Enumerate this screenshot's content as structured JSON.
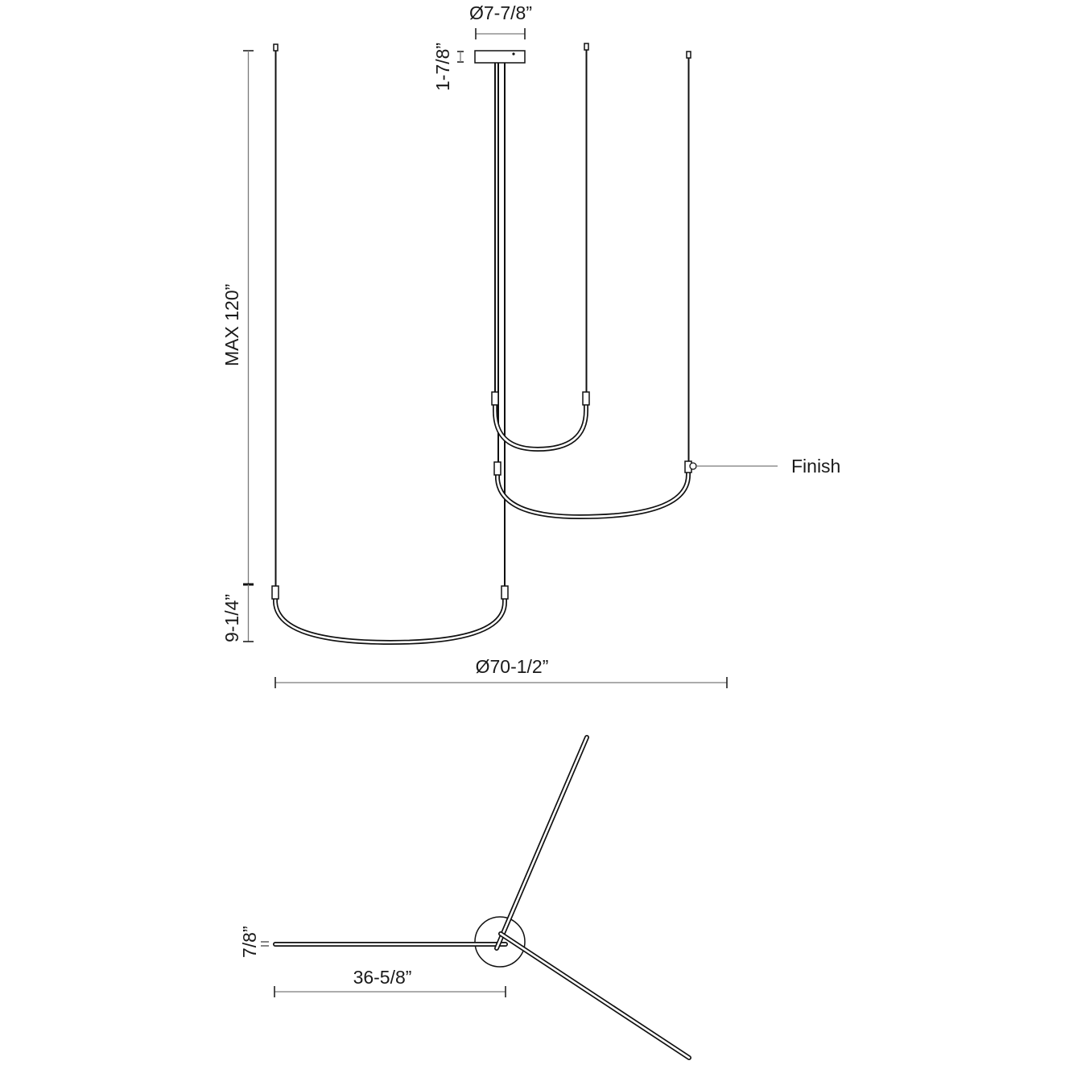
{
  "diagram": {
    "type": "product dimension drawing (linear pendant light, side and plan view)",
    "side_view": {
      "labels": {
        "canopy_diameter": "Ø7-7/8”",
        "canopy_height": "1-7/8”",
        "max_height": "MAX 120”",
        "lowest_arc_height": "9-1/4”",
        "overall_diameter": "Ø70-1/2”",
        "finish_callout": "Finish"
      }
    },
    "plan_view": {
      "labels": {
        "tube_thickness": "7/8”",
        "arm_length": "36-5/8”"
      }
    },
    "colors": {
      "line": "#111111",
      "dimension_line": "#7a7a7a",
      "background": "#ffffff"
    }
  }
}
